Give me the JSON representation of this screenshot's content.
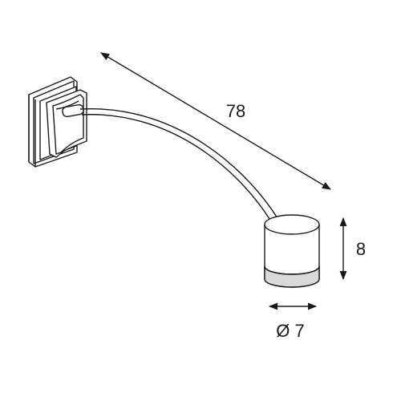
{
  "dimensions": {
    "length_label": "78",
    "height_label": "8",
    "diameter_label": "Ø 7"
  },
  "colors": {
    "line": "#1a1a1a",
    "shade": "#d9d9d9",
    "shade_dark": "#bfbfbf",
    "background": "#ffffff"
  }
}
